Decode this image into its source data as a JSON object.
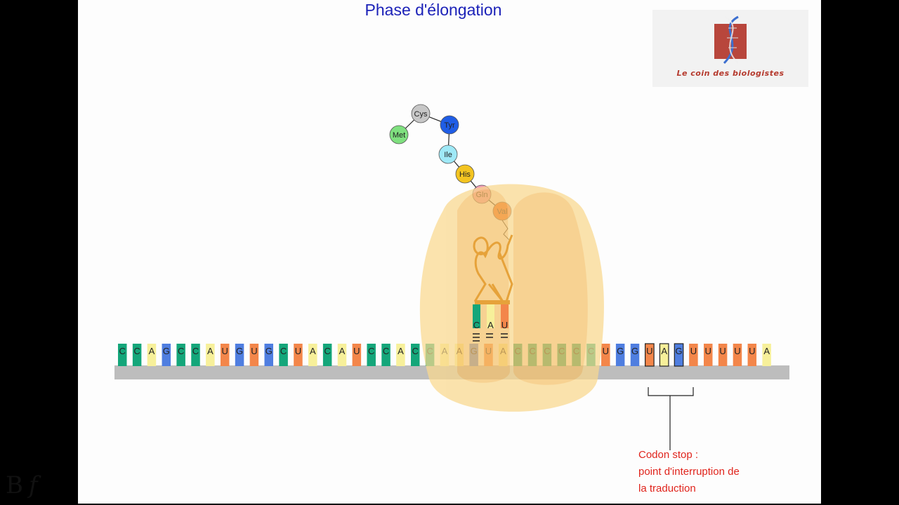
{
  "title": "Phase d'élongation",
  "logo": {
    "text": "Le coin des biologistes",
    "icon": "dna-helix-icon"
  },
  "colors": {
    "A": "#f7f09a",
    "C": "#14a67a",
    "G": "#4f7ee0",
    "U": "#f3864a",
    "strand": "#bdbdbd",
    "ribosome": "#f9d88e",
    "stop": "#e0241c",
    "title": "#1c22b8"
  },
  "mrna": {
    "bases": [
      "C",
      "C",
      "A",
      "G",
      "C",
      "C",
      "A",
      "U",
      "G",
      "U",
      "G",
      "C",
      "U",
      "A",
      "C",
      "A",
      "U",
      "C",
      "C",
      "A",
      "C",
      "C",
      "A",
      "A",
      "G",
      "U",
      "A",
      "C",
      "C",
      "C",
      "C",
      "C",
      "C",
      "U",
      "G",
      "G",
      "U",
      "A",
      "G",
      "U",
      "U",
      "U",
      "U",
      "U",
      "A"
    ],
    "stop_codon_start": 36
  },
  "trna": {
    "anticodon": [
      "C",
      "A",
      "U"
    ]
  },
  "peptide": {
    "amino_acids": [
      {
        "name": "Met",
        "color": "#7fe07f"
      },
      {
        "name": "Cys",
        "color": "#c7c7c7"
      },
      {
        "name": "Tyr",
        "color": "#1f5de6"
      },
      {
        "name": "Ile",
        "color": "#9fe9f7"
      },
      {
        "name": "His",
        "color": "#f3c421"
      },
      {
        "name": "Gln",
        "color": "#f19ab9"
      },
      {
        "name": "Val",
        "color": "#f2611e"
      }
    ]
  },
  "stop_label": {
    "title": "Codon stop :",
    "line2": "point d'interruption de",
    "line3": "la traduction"
  },
  "signature": {
    "b": "B",
    "f": "f"
  }
}
